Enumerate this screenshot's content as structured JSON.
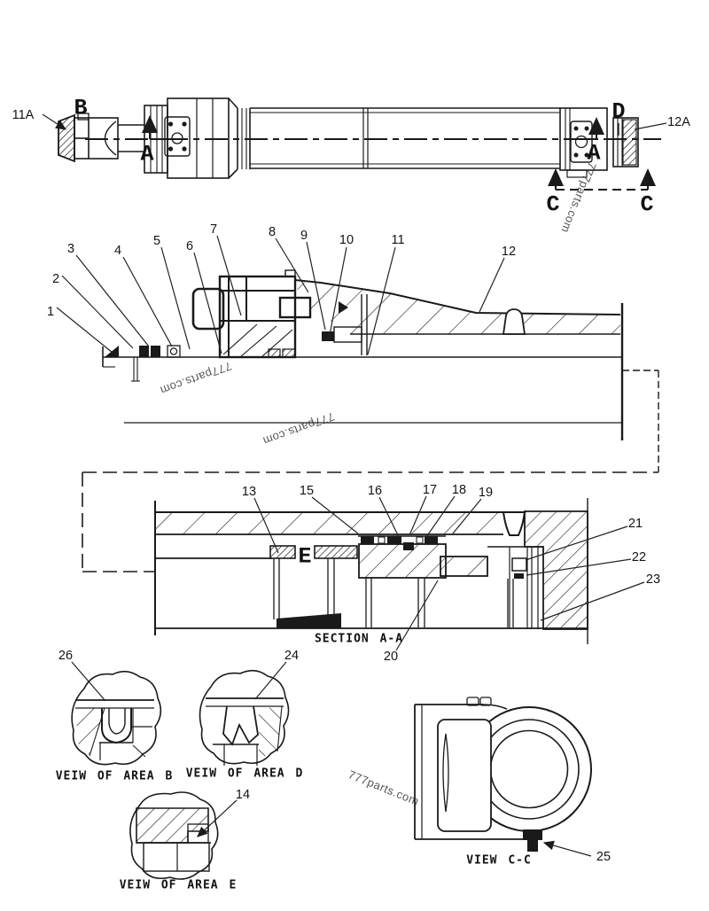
{
  "drawing": {
    "watermark": "777parts.com",
    "top_view": {
      "label_11a": "11A",
      "label_12a": "12A",
      "marker_a": "A",
      "marker_b": "B",
      "marker_c": "C",
      "marker_d": "D"
    },
    "cross_section": {
      "callouts": [
        "1",
        "2",
        "3",
        "4",
        "5",
        "6",
        "7",
        "8",
        "9",
        "10",
        "11",
        "12"
      ]
    },
    "section_aa": {
      "caption": "SECTION A-A",
      "marker_e": "E",
      "callouts": [
        "13",
        "15",
        "16",
        "17",
        "18",
        "19",
        "20",
        "21",
        "22",
        "23"
      ]
    },
    "details": {
      "area_b": {
        "caption": "VEIW OF AREA B",
        "callout": "26"
      },
      "area_d": {
        "caption": "VEIW OF AREA D",
        "callout": "24"
      },
      "area_e": {
        "caption": "VEIW OF AREA E",
        "callout": "14"
      },
      "view_cc": {
        "caption": "VIEW C-C",
        "callout": "25"
      }
    }
  }
}
